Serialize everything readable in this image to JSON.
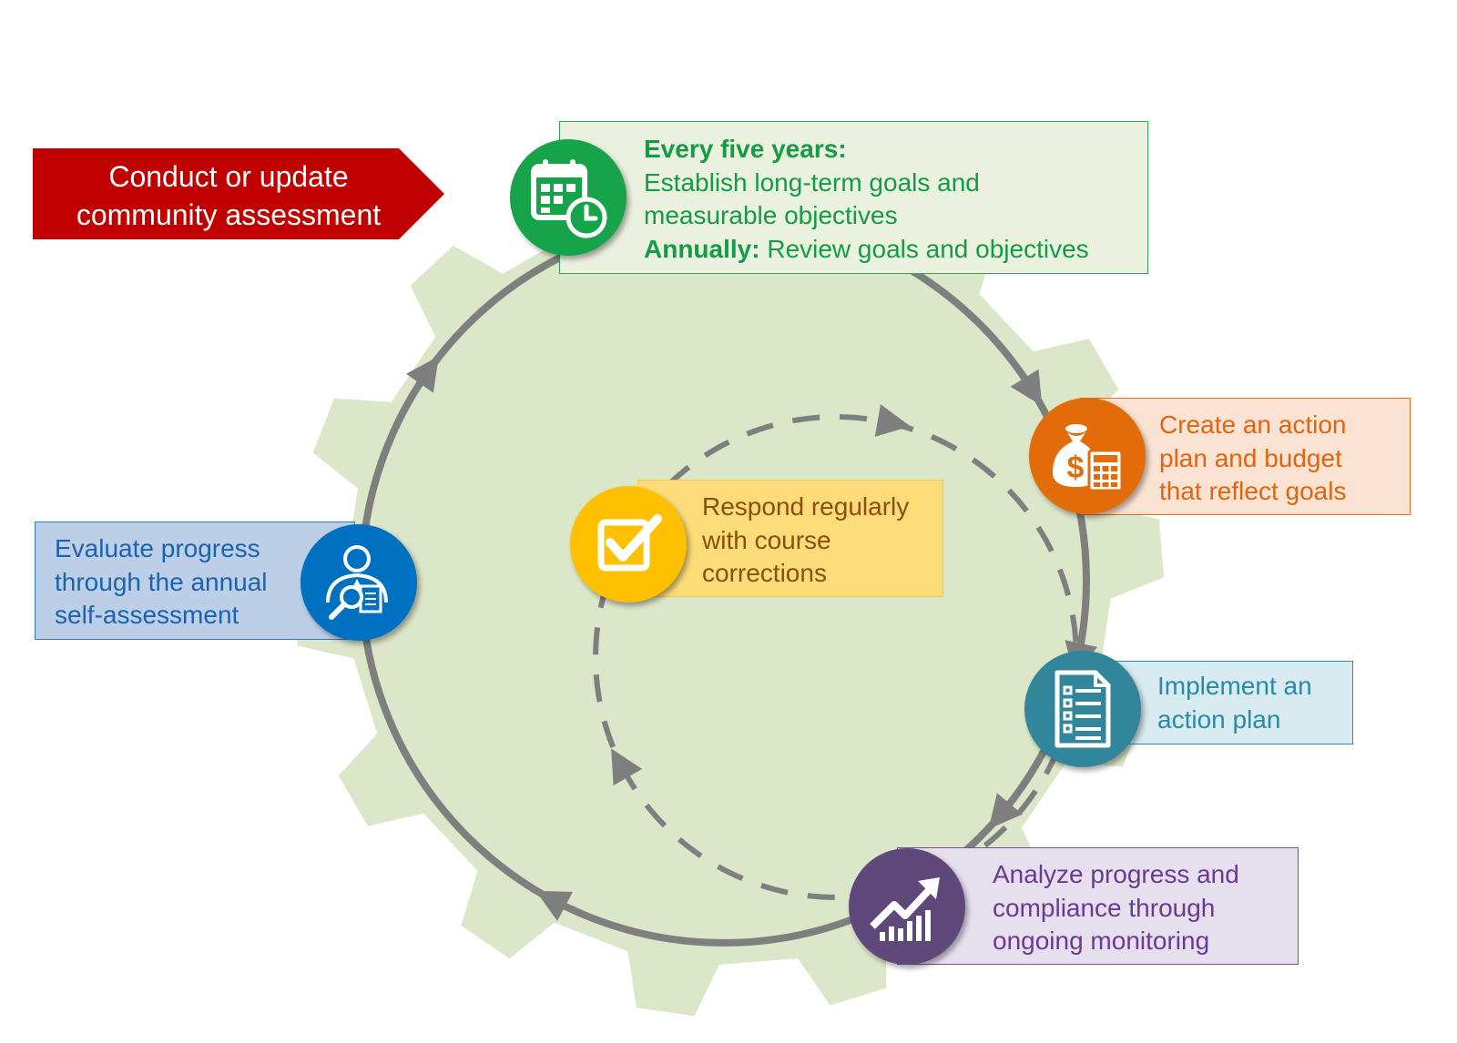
{
  "banner": {
    "lines": [
      "Conduct or update",
      "community assessment"
    ],
    "color": "#c00000"
  },
  "steps": {
    "goals": {
      "icon": "calendar-clock-icon",
      "color": "#17a34a",
      "heading1": "Every five years:",
      "line1": "Establish long-term goals and",
      "line2": "measurable objectives",
      "heading2": "Annually:",
      "line3": "Review goals and objectives"
    },
    "action_plan": {
      "icon": "money-bag-calculator-icon",
      "color": "#e36c0a",
      "lines": [
        "Create an action",
        "plan and budget",
        "that reflect goals"
      ]
    },
    "implement": {
      "icon": "checklist-document-icon",
      "color": "#31869b",
      "lines": [
        "Implement an",
        "action plan"
      ]
    },
    "analyze": {
      "icon": "rising-bar-chart-icon",
      "color": "#5f497a",
      "lines": [
        "Analyze progress and",
        "compliance through",
        "ongoing monitoring"
      ]
    },
    "evaluate": {
      "icon": "person-magnifier-icon",
      "color": "#0070c0",
      "lines": [
        "Evaluate progress",
        "through the annual",
        "self-assessment"
      ]
    },
    "respond": {
      "icon": "checkbox-checked-icon",
      "color": "#ffc000",
      "lines": [
        "Respond regularly",
        "with course",
        "corrections"
      ]
    }
  },
  "decor": {
    "gear": "gear-shape",
    "gear_color": "#d9e4c7",
    "cycle_color": "#7f7f7f"
  }
}
